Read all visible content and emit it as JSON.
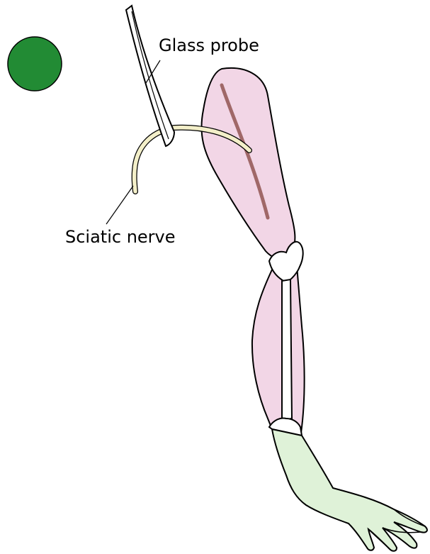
{
  "labels": {
    "glass_probe": "Glass probe",
    "sciatic_nerve": "Sciatic nerve"
  },
  "colors": {
    "indicator_light": "#228b34",
    "muscle_fill": "#f2d6e6",
    "muscle_line": "#a06868",
    "bone_fill": "#ffffff",
    "foot_fill": "#dff2d8",
    "nerve_fill": "#f3efc9",
    "probe_fill": "#ffffff",
    "outline": "#000000"
  },
  "indicator": {
    "state": "on"
  }
}
